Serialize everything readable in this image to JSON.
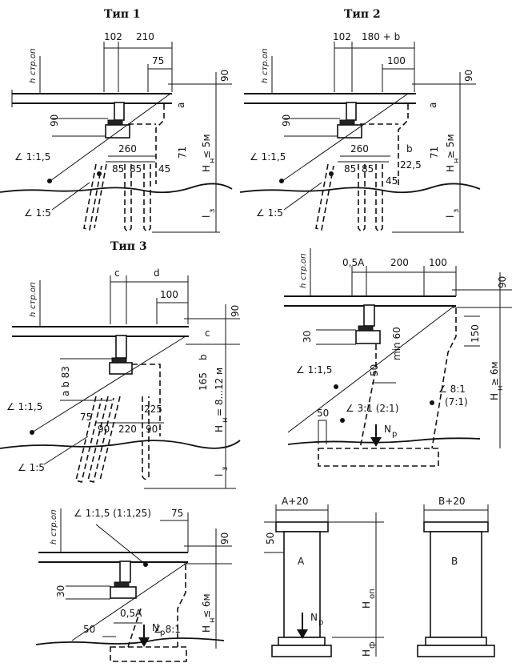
{
  "panels": {
    "type1": {
      "title": "Тип 1",
      "dims": {
        "w1": "102",
        "w2": "210",
        "w3": "75",
        "h_top": "90",
        "h_left": "90",
        "base": "260",
        "p1": "85",
        "p2": "85",
        "p3": "45",
        "a": "a",
        "h71": "71"
      },
      "height_label": "H",
      "height_sub": "н",
      "height_cond": "≤ 5м",
      "slope_top": "∠ 1:1,5",
      "slope_bottom": "∠ 1:5",
      "pile_label": "l",
      "pile_sub": "з",
      "h_label": "h",
      "h_sub": "стр.оп"
    },
    "type2": {
      "title": "Тип 2",
      "dims": {
        "w1": "102",
        "w2": "180 + b",
        "w3": "100",
        "h_top": "90",
        "h_left": "90",
        "base": "260",
        "p1": "85",
        "p2": "85",
        "b": "b",
        "p3": "22,5",
        "p4": "45",
        "a": "a",
        "h71": "71"
      },
      "height_label": "H",
      "height_sub": "н",
      "height_cond": "≥ 5м",
      "slope_top": "∠ 1:1,5",
      "slope_bottom": "∠ 1:5",
      "pile_label": "l",
      "pile_sub": "з",
      "h_label": "h",
      "h_sub": "стр.оп"
    },
    "type3": {
      "title": "Тип 3",
      "dims": {
        "c": "c",
        "d": "d",
        "w3": "100",
        "h_top": "90",
        "c_right": "c",
        "ab": "a b 83",
        "b_right": "b",
        "h165": "165",
        "p75": "75",
        "p90a": "90",
        "p220": "220",
        "p90b": "90",
        "p225": "225"
      },
      "height_label": "H",
      "height_sub": "н",
      "height_cond": "= 8...12 м",
      "slope_top": "∠ 1:1,5",
      "slope_bottom": "∠ 1:5",
      "pile_label": "l",
      "pile_sub": "з",
      "h_label": "h",
      "h_sub": "стр.оп"
    },
    "type4": {
      "dims": {
        "w1": "0,5A",
        "w2": "200",
        "w3": "100",
        "h_top": "90",
        "h30": "30",
        "h150": "150",
        "h50": "50",
        "hmin": "min 60",
        "b50": "50"
      },
      "height_label": "H",
      "height_sub": "н",
      "height_cond": "≥ 6м",
      "slope_top": "∠ 1:1,5",
      "slope_mid": "∠ 3:1 (2:1)",
      "slope_right": "∠ 8:1",
      "slope_right_alt": "(7:1)",
      "force": "N",
      "force_sub": "p",
      "h_label": "h",
      "h_sub": "стр.оп"
    },
    "type5": {
      "dims": {
        "w3": "75",
        "h_top": "90",
        "h30": "30",
        "w1": "0,5A",
        "b50": "50"
      },
      "height_label": "H",
      "height_sub": "н",
      "height_cond": "≤ 6м",
      "slope_top": "∠ 1:1,5 (1:1,25)",
      "slope_right": "∠ 8:1",
      "force": "N",
      "force_sub": "p",
      "h_label": "h",
      "h_sub": "стр.оп"
    },
    "column_a": {
      "top_dim": "A+20",
      "label": "A",
      "h50": "50",
      "height_label": "H",
      "height_sub": "оп",
      "force": "N",
      "force_sub": "p",
      "bottom_label": "H",
      "bottom_sub": "ф"
    },
    "column_b": {
      "top_dim": "B+20",
      "label": "B"
    }
  }
}
